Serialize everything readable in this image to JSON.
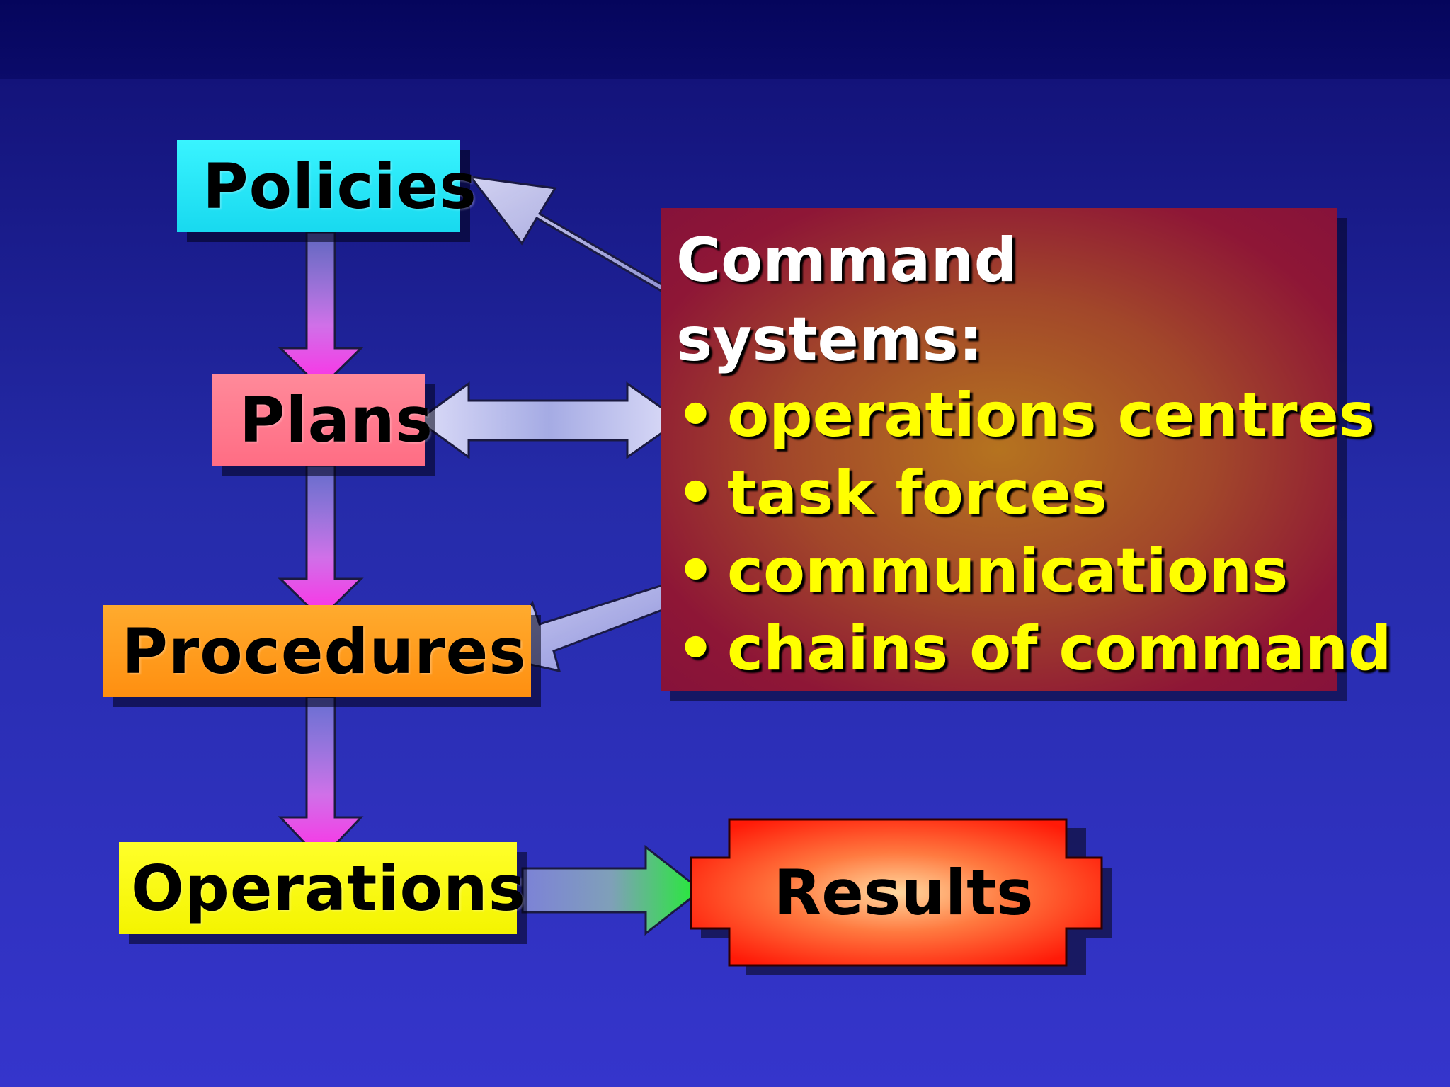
{
  "diagram": {
    "boxes": {
      "policies": "Policies",
      "plans": "Plans",
      "procedures": "Procedures",
      "operations": "Operations",
      "results": "Results"
    },
    "command_panel": {
      "title_line1": "Command",
      "title_line2": "systems:",
      "items": [
        "operations centres",
        "task forces",
        "communications",
        "chains of command"
      ],
      "bullet": "•"
    },
    "colors": {
      "background_top": "#0a0a66",
      "background_bottom": "#3535cc",
      "policies": "#22e4f5",
      "plans": "#ff7a8f",
      "procedures": "#ff9a1e",
      "operations": "#ffff10",
      "results": "#ff2a10",
      "command_panel": "#9a2a30",
      "list_text": "#ffff00",
      "arrow_magenta": "#ff33e0",
      "arrow_lavender": "#c8ccf4",
      "arrow_green": "#33ee33"
    }
  }
}
